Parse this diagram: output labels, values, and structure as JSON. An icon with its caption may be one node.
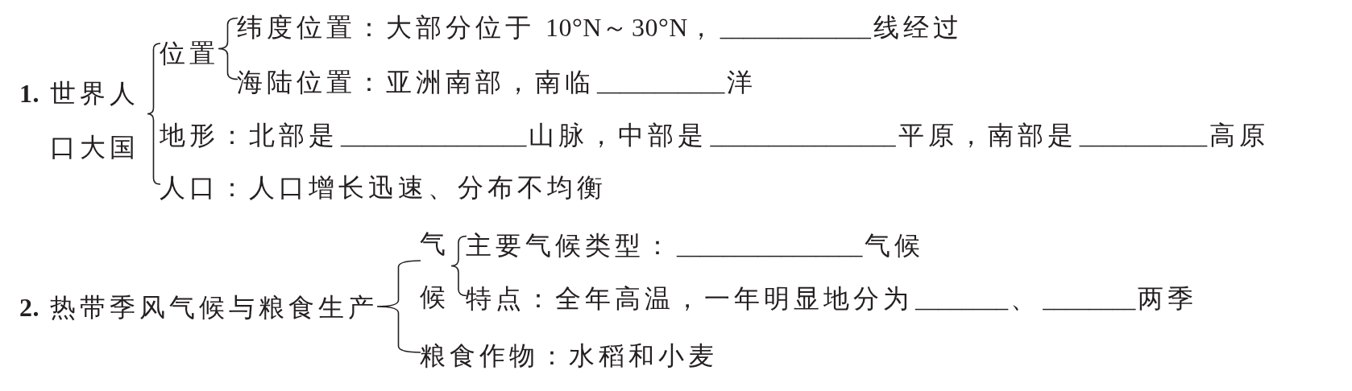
{
  "diagram": {
    "nodes": [
      {
        "text": [
          "**1.** 世界人口大国"
        ]
      },
      {
        "text": [
          "位置"
        ]
      },
      {
        "text": [
          "纬度位置：大部分位于 10°N～30°N，_____________线经过"
        ]
      },
      {
        "text": [
          "海陆位置：亚洲南部，南临___________洋"
        ]
      },
      {
        "text": [
          "地形：北部是________________山脉，中部是________________平原，南部是___________高原"
        ]
      },
      {
        "text": [
          "人口：人口增长迅速、分布不均衡"
        ]
      },
      {
        "text": [
          "**2.** 热带季风气候与粮食生产"
        ]
      },
      {
        "text": [
          "气候"
        ]
      },
      {
        "text": [
          "主要气候类型：________________气候"
        ]
      },
      {
        "text": [
          "特点：全年高温，一年明显地分为________、________两季"
        ]
      },
      {
        "text": [
          "粮食作物：水稻和小麦"
        ]
      }
    ],
    "edges": [
      {
        "from": 0,
        "to": 1,
        "arrow": "none"
      },
      {
        "from": 0,
        "to": 4,
        "arrow": "none"
      },
      {
        "from": 0,
        "to": 5,
        "arrow": "none"
      },
      {
        "from": 1,
        "to": 2,
        "arrow": "none"
      },
      {
        "from": 1,
        "to": 3,
        "arrow": "none"
      },
      {
        "from": 6,
        "to": 7,
        "arrow": "none"
      },
      {
        "from": 6,
        "to": 10,
        "arrow": "none"
      },
      {
        "from": 7,
        "to": 8,
        "arrow": "none"
      },
      {
        "from": 7,
        "to": 9,
        "arrow": "none"
      }
    ]
  }
}
